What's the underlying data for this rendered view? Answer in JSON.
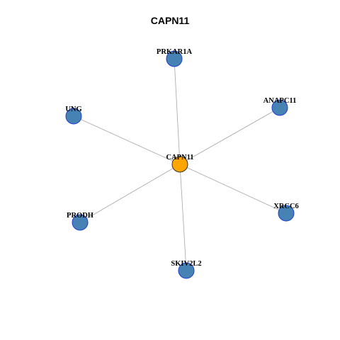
{
  "title": "CAPN11",
  "colors": {
    "center_fill": "#FFA500",
    "center_stroke": "#333333",
    "neighbor_fill": "#4682B4",
    "neighbor_stroke": "#1f3fcf",
    "edge": "#a6a6a6",
    "background": "#ffffff"
  },
  "center": {
    "label": "CAPN11"
  },
  "neighbors": [
    {
      "label": "PRKAR1A"
    },
    {
      "label": "ANAPC11"
    },
    {
      "label": "XRCC6"
    },
    {
      "label": "SKIV2L2"
    },
    {
      "label": "PRODH"
    },
    {
      "label": "UNG"
    }
  ]
}
